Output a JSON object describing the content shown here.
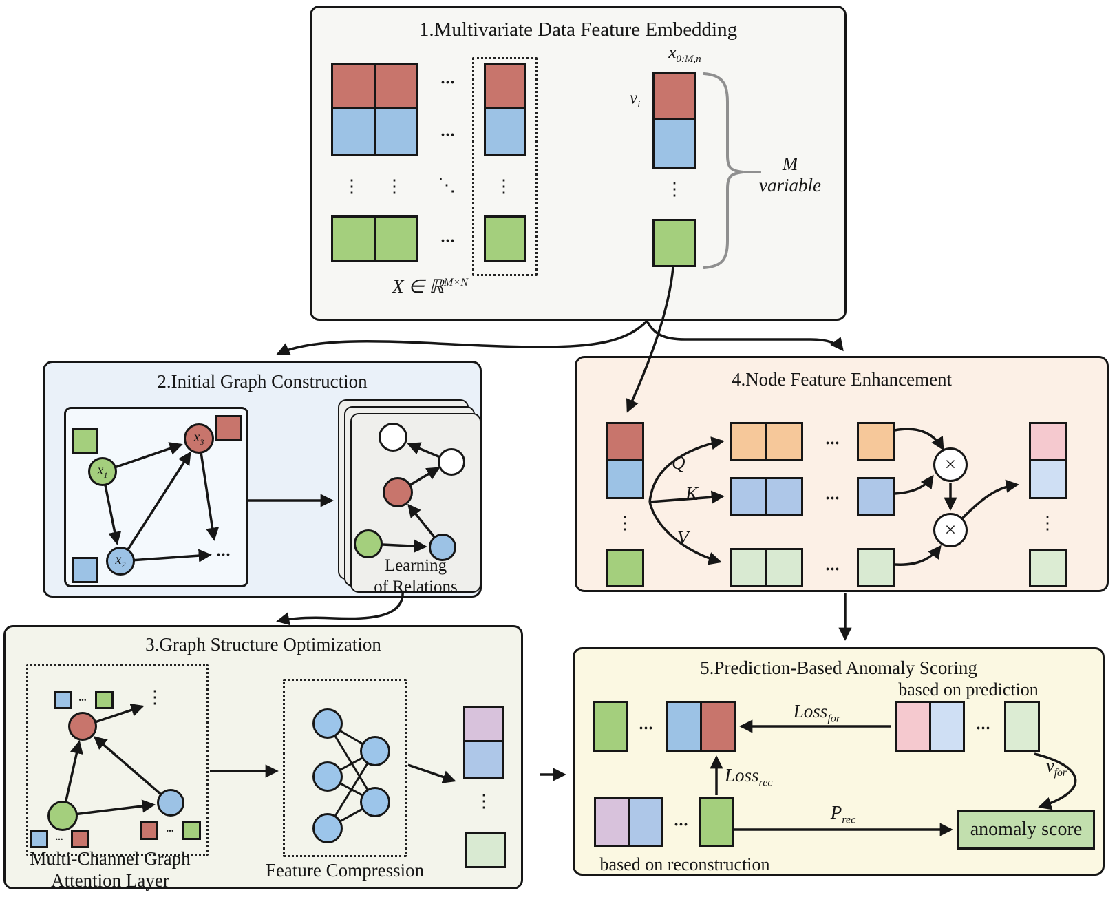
{
  "colors": {
    "red": "#c8756c",
    "blue": "#9cc2e5",
    "green": "#a4cf7d",
    "orange": "#f6c89a",
    "blue_soft": "#aec7e8",
    "green_soft": "#d9ead2",
    "pink": "#f5c9cf",
    "blue_pale": "#cfdff4",
    "green_pale": "#dcecd3",
    "purple": "#d8c2dc",
    "node_blue": "#9cc5ea",
    "anomaly_green": "#c2dfae",
    "panel1_bg": "#f7f7f4",
    "panel2_bg": "#eaf1f9",
    "panel3_bg": "#f3f4eb",
    "panel4_bg": "#fcf0e6",
    "pan5_bg": "#fbf8e2",
    "panel5_bg": "#fbf8e2",
    "card_bg": "#efefec",
    "inner_box_bg": "#f4f9fd",
    "ink": "#161616",
    "brace_gray": "#8f8f8f"
  },
  "icons": {
    "multiply": "×",
    "ellipsis_h": "...",
    "ellipsis_v": "⋮",
    "ellipsis_diag": "⋱"
  },
  "panel1": {
    "title": "1.Multivariate Data Feature Embedding",
    "matrix_label": {
      "main": "X ∈ ℝ",
      "sup": "M×N"
    },
    "column_label": {
      "main": "x",
      "sub": "0:M,n"
    },
    "vector_label": {
      "main": "v",
      "sub": "i"
    },
    "brace_label": {
      "line1": "M",
      "line2": "variable"
    }
  },
  "panel2": {
    "title": "2.Initial Graph Construction",
    "node_x1": {
      "main": "x",
      "sub": "1"
    },
    "node_x2": {
      "main": "x",
      "sub": "2"
    },
    "node_x3": {
      "main": "x",
      "sub": "3"
    },
    "card_label": {
      "line1": "Learning",
      "line2": "of Relations"
    }
  },
  "panel3": {
    "title": "3.Graph Structure Optimization",
    "attention_label": {
      "line1": "Multi-Channel Graph",
      "line2": "Attention Layer"
    },
    "compression_label": "Feature Compression"
  },
  "panel4": {
    "title": "4.Node Feature Enhancement",
    "q_label": "Q",
    "k_label": "K",
    "v_label": "V"
  },
  "panel5": {
    "title": "5.Prediction-Based Anomaly Scoring",
    "based_on_prediction": "based on prediction",
    "based_on_reconstruction": "based on reconstruction",
    "anomaly_score": "anomaly score",
    "loss_for": {
      "main": "Loss",
      "sub": "for"
    },
    "loss_rec": {
      "main": "Loss",
      "sub": "rec"
    },
    "p_rec": {
      "main": "P",
      "sub": "rec"
    },
    "v_for": {
      "main": "v",
      "sub": "for"
    }
  }
}
